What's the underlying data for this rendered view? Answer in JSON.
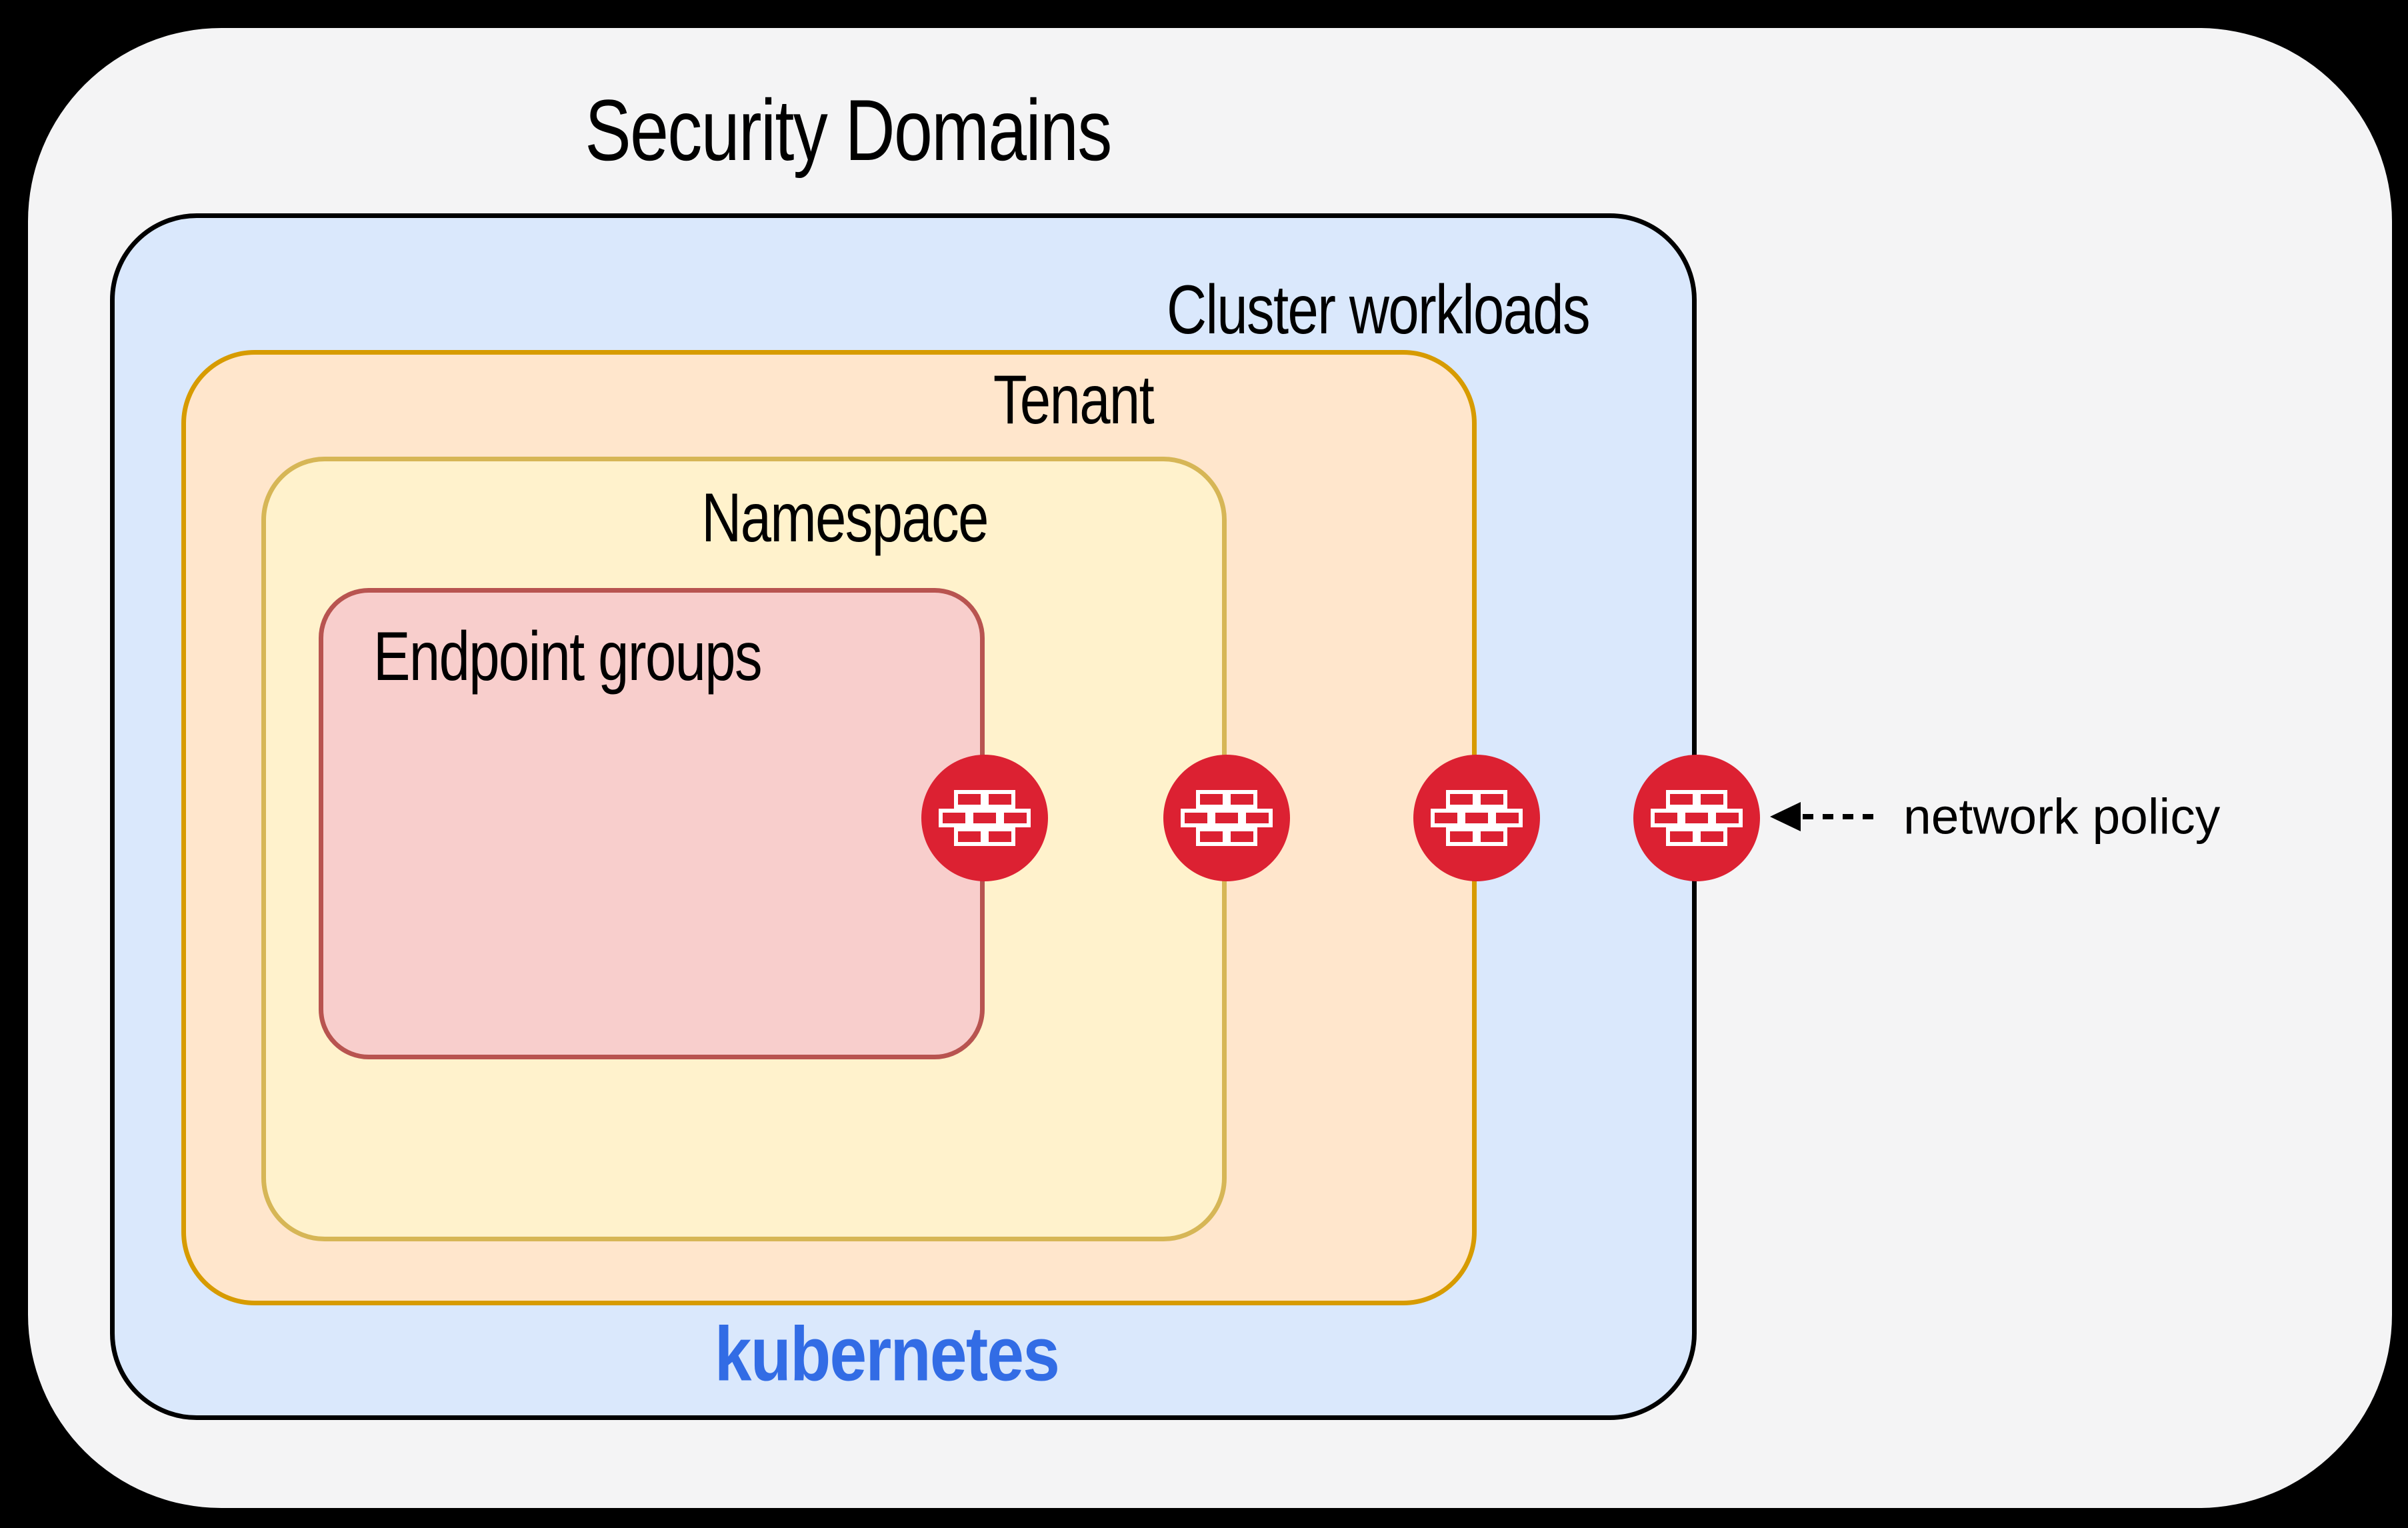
{
  "diagram": {
    "title": "Security Domains",
    "layers": [
      {
        "name": "cluster-workloads",
        "label": "Cluster workloads",
        "footer_label": "kubernetes",
        "fill": "#dae8fc",
        "stroke": "#000000"
      },
      {
        "name": "tenant",
        "label": "Tenant",
        "fill": "#ffe6cc",
        "stroke": "#d79b00"
      },
      {
        "name": "namespace",
        "label": "Namespace",
        "fill": "#fff2cc",
        "stroke": "#d6b656"
      },
      {
        "name": "endpoint-groups",
        "label": "Endpoint groups",
        "fill": "#f8cecc",
        "stroke": "#b85450"
      }
    ],
    "firewalls": {
      "icon": "firewall-brick-icon",
      "count": 4,
      "color": "#dc2132",
      "boundaries": [
        "endpoint-groups",
        "namespace",
        "tenant",
        "cluster-workloads"
      ]
    },
    "annotation": {
      "label": "network policy",
      "arrow_style": "dashed-arrow-left"
    },
    "kubernetes_color": "#326ce5",
    "background": {
      "page": "#000000",
      "panel": "#f4f4f5"
    }
  }
}
